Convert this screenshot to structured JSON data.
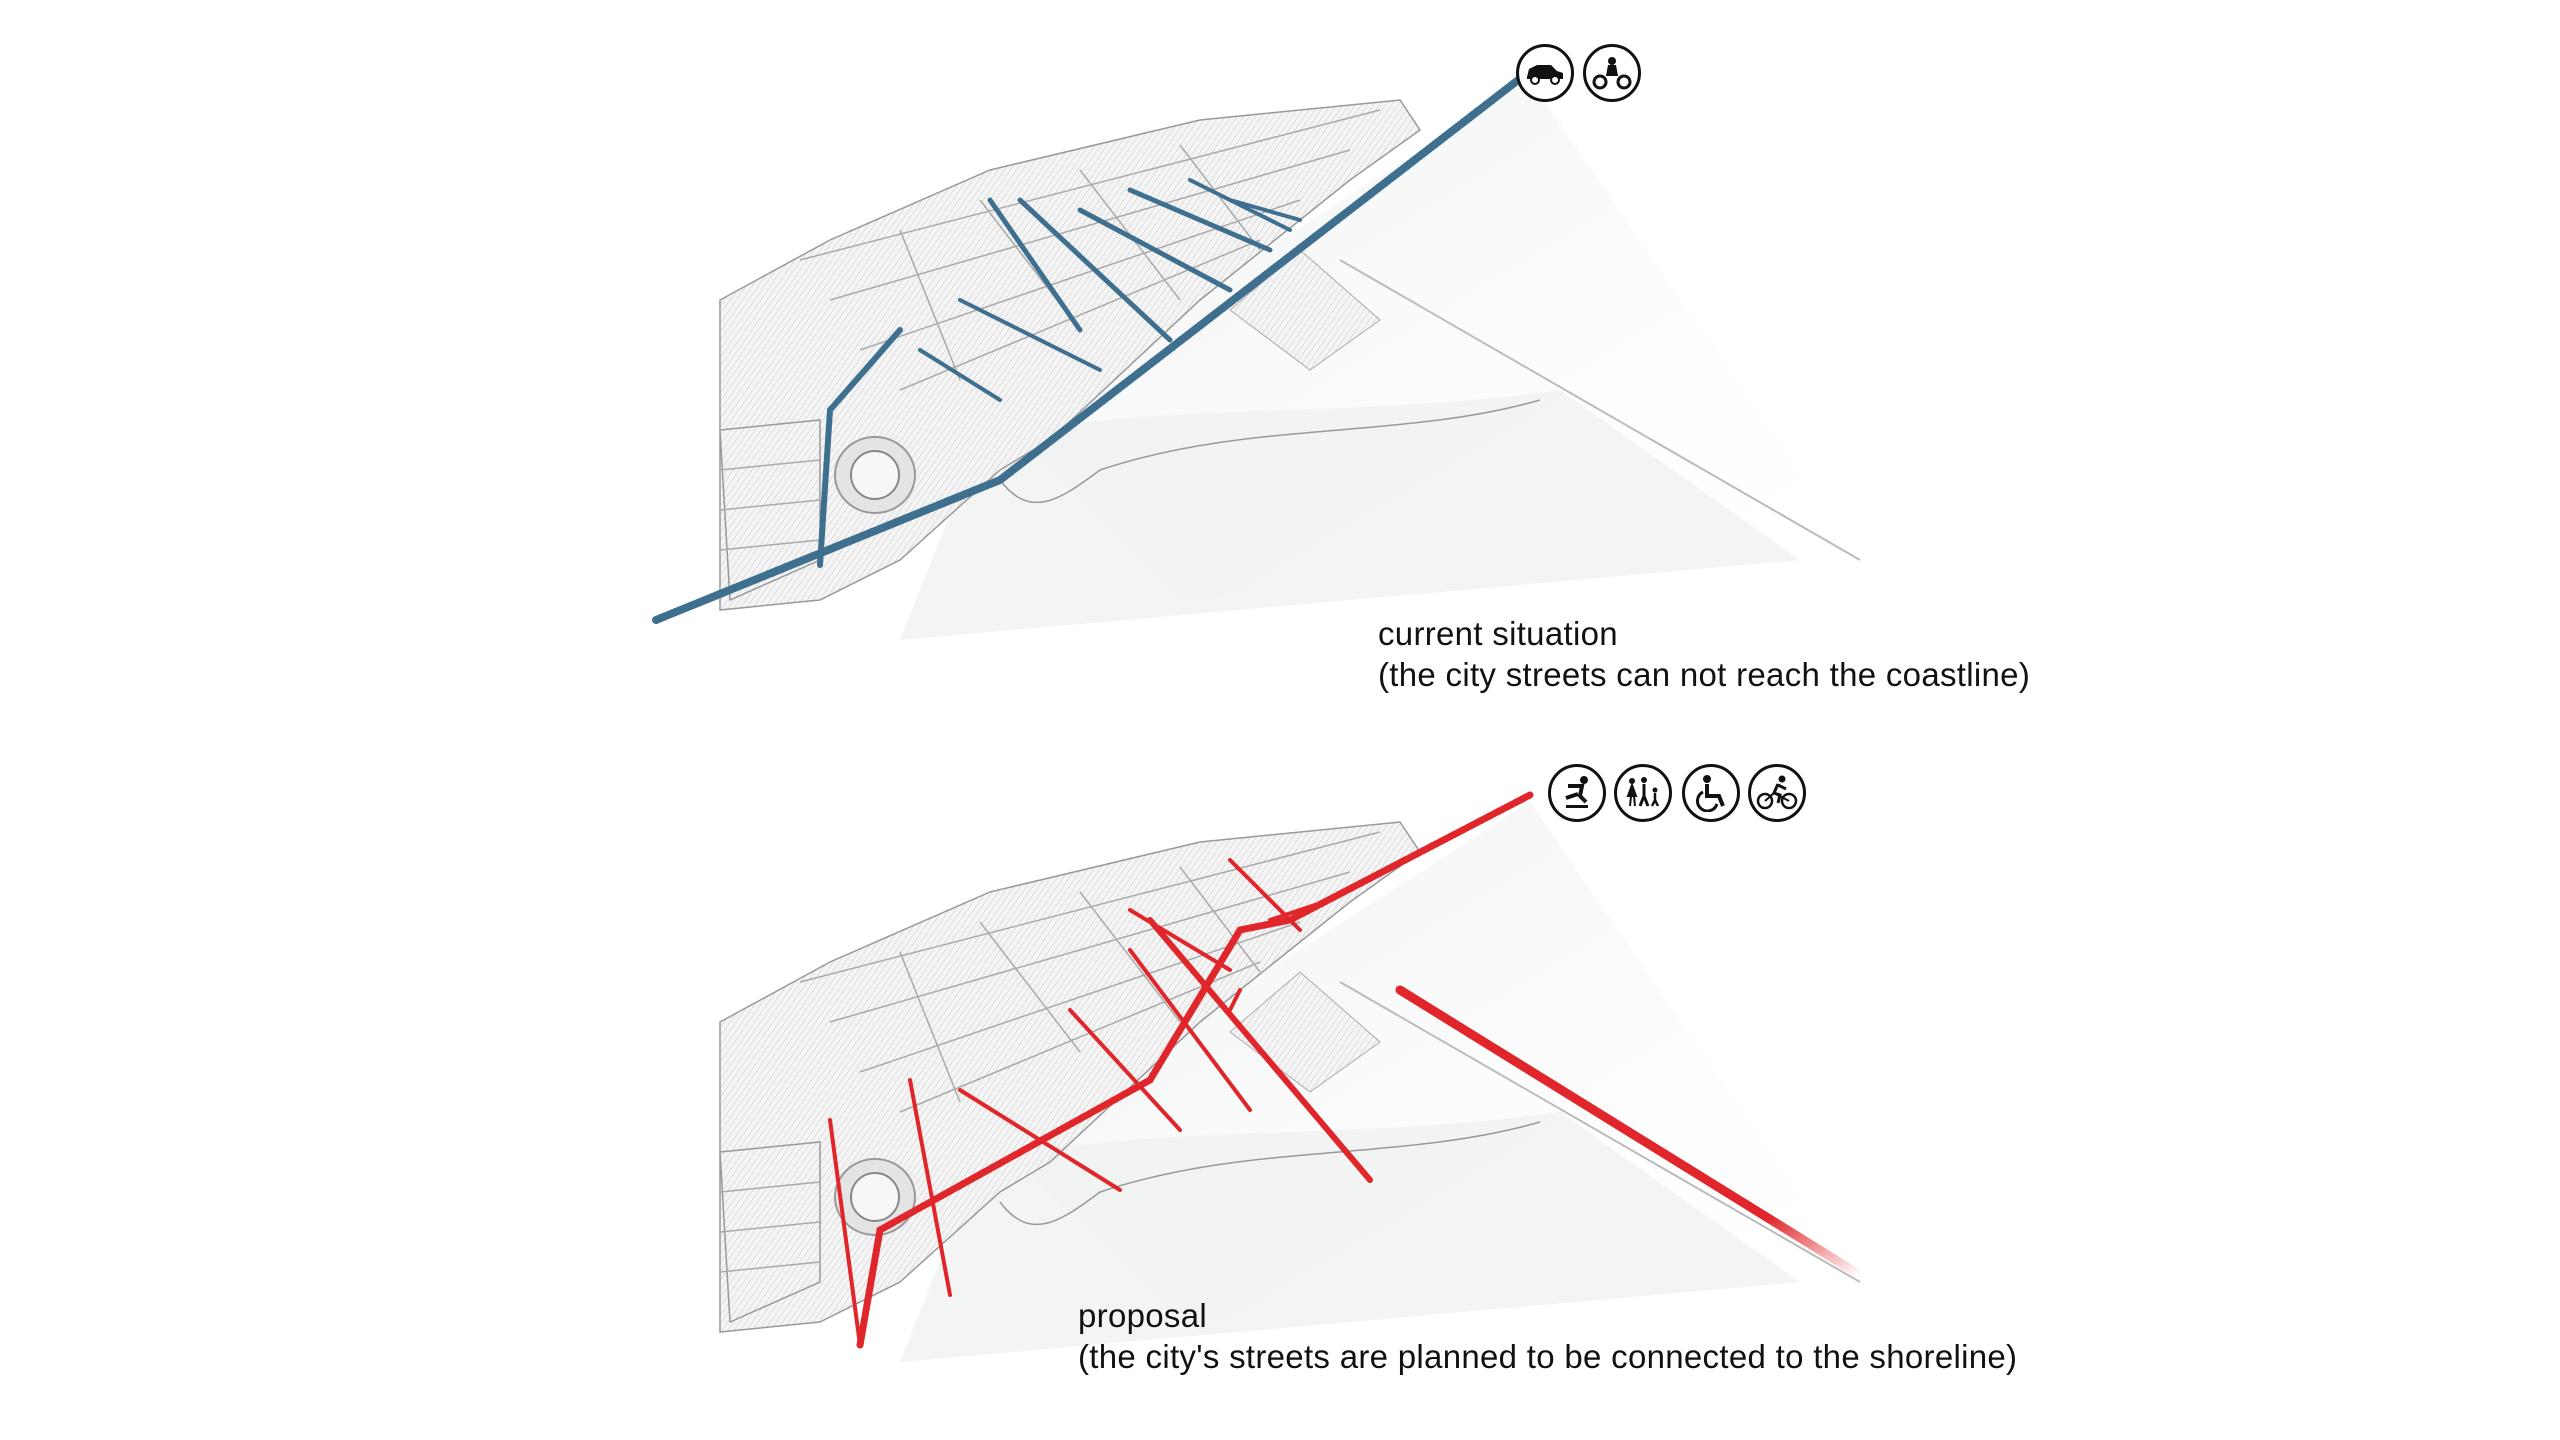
{
  "current": {
    "title": "current situation",
    "subtitle": "(the city streets can not reach the coastline)",
    "mode_icons": [
      "car-icon",
      "motorcycle-icon"
    ],
    "street_color": "#3f6f8f"
  },
  "proposal": {
    "title": "proposal",
    "subtitle": "(the city's streets are planned to be connected to the shoreline)",
    "mode_icons": [
      "skateboarder-icon",
      "family-pedestrians-icon",
      "wheelchair-icon",
      "cyclist-icon"
    ],
    "street_color": "#e0262a"
  }
}
